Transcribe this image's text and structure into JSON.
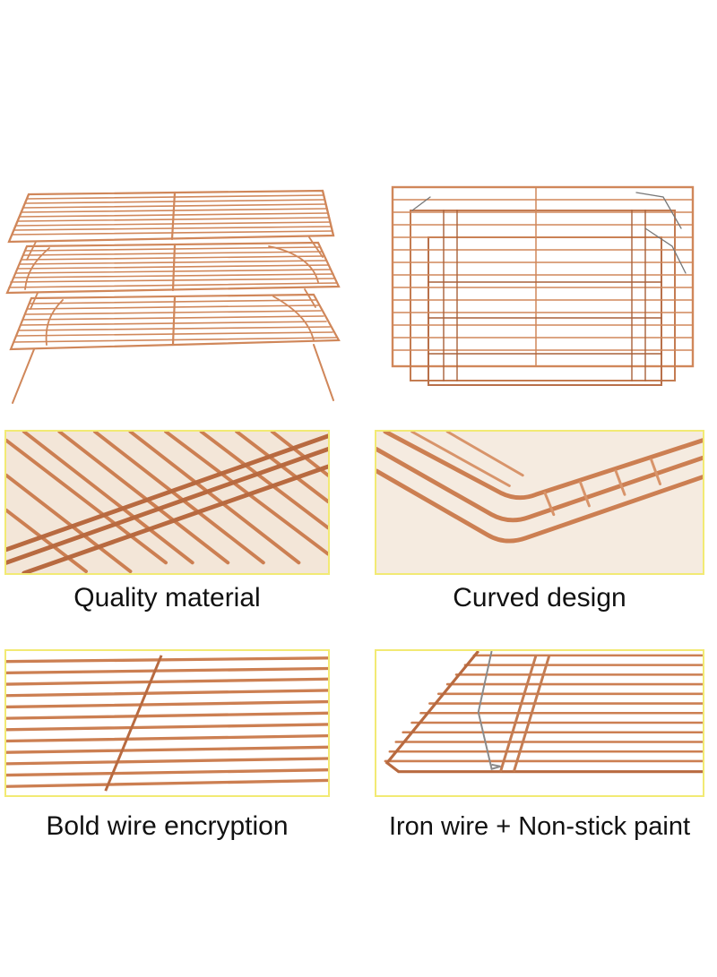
{
  "panels": [
    {
      "caption": "Quality material"
    },
    {
      "caption": "Curved design"
    },
    {
      "caption": "Bold wire encryption"
    },
    {
      "caption": "Iron wire + Non-stick paint"
    }
  ],
  "colors": {
    "wire": "#d0875a",
    "wire_dark": "#a9613a",
    "wire_light": "#e7ae85",
    "frame_border": "#f2ea74",
    "background": "#ffffff",
    "caption_text": "#111111"
  }
}
